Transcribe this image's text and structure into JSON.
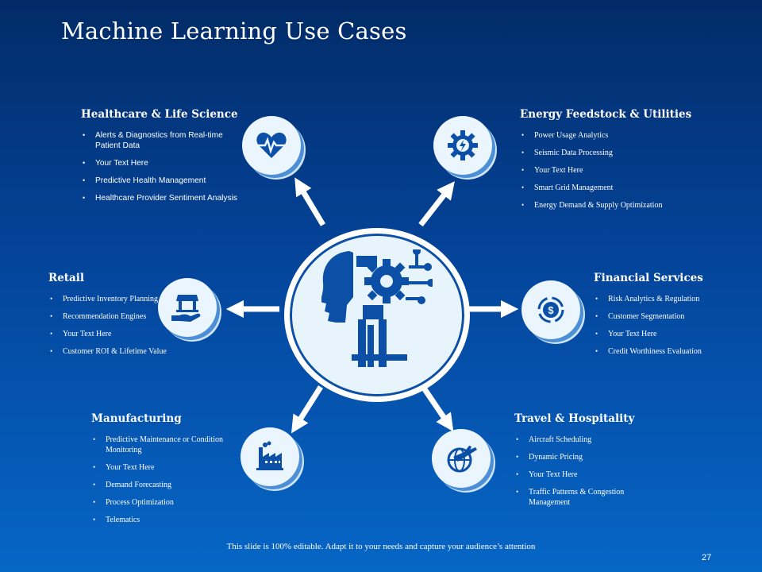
{
  "slide": {
    "title": "Machine Learning Use Cases",
    "footer": "This slide is 100% editable. Adapt it to your needs and capture your audience’s attention",
    "page_number": "27"
  },
  "colors": {
    "background_top": "#022b67",
    "background_bottom": "#0666c6",
    "circle_fill": "#eaf5fd",
    "icon": "#0b4fa6"
  },
  "sections": {
    "healthcare": {
      "title": "Healthcare & Life Science",
      "icon": "heartbeat-icon",
      "items": [
        "Alerts & Diagnostics from Real-time Patient Data",
        "Your Text Here",
        "Predictive Health Management",
        "Healthcare Provider Sentiment Analysis"
      ]
    },
    "energy": {
      "title": "Energy Feedstock & Utilities",
      "icon": "gear-power-icon",
      "items": [
        "Power Usage Analytics",
        "Seismic Data Processing",
        "Your Text Here",
        "Smart Grid Management",
        "Energy Demand & Supply Optimization"
      ]
    },
    "retail": {
      "title": "Retail",
      "icon": "hand-shop-icon",
      "items": [
        "Predictive Inventory Planning",
        "Recommendation Engines",
        "Your Text Here",
        "Customer ROI & Lifetime Value"
      ]
    },
    "financial": {
      "title": "Financial Services",
      "icon": "dollar-cycle-icon",
      "items": [
        "Risk Analytics & Regulation",
        "Customer Segmentation",
        "Your Text Here",
        "Credit Worthiness Evaluation"
      ]
    },
    "manufacturing": {
      "title": "Manufacturing",
      "icon": "factory-icon",
      "items": [
        "Predictive Maintenance or Condition Monitoring",
        "Your Text Here",
        "Demand Forecasting",
        "Process Optimization",
        "Telematics"
      ]
    },
    "travel": {
      "title": "Travel & Hospitality",
      "icon": "globe-airplane-icon",
      "items": [
        "Aircraft Scheduling",
        "Dynamic Pricing",
        "Your Text Here",
        "Traffic Patterns & Congestion Management"
      ]
    }
  },
  "hub": {
    "icon": "ai-head-gear-icon"
  }
}
